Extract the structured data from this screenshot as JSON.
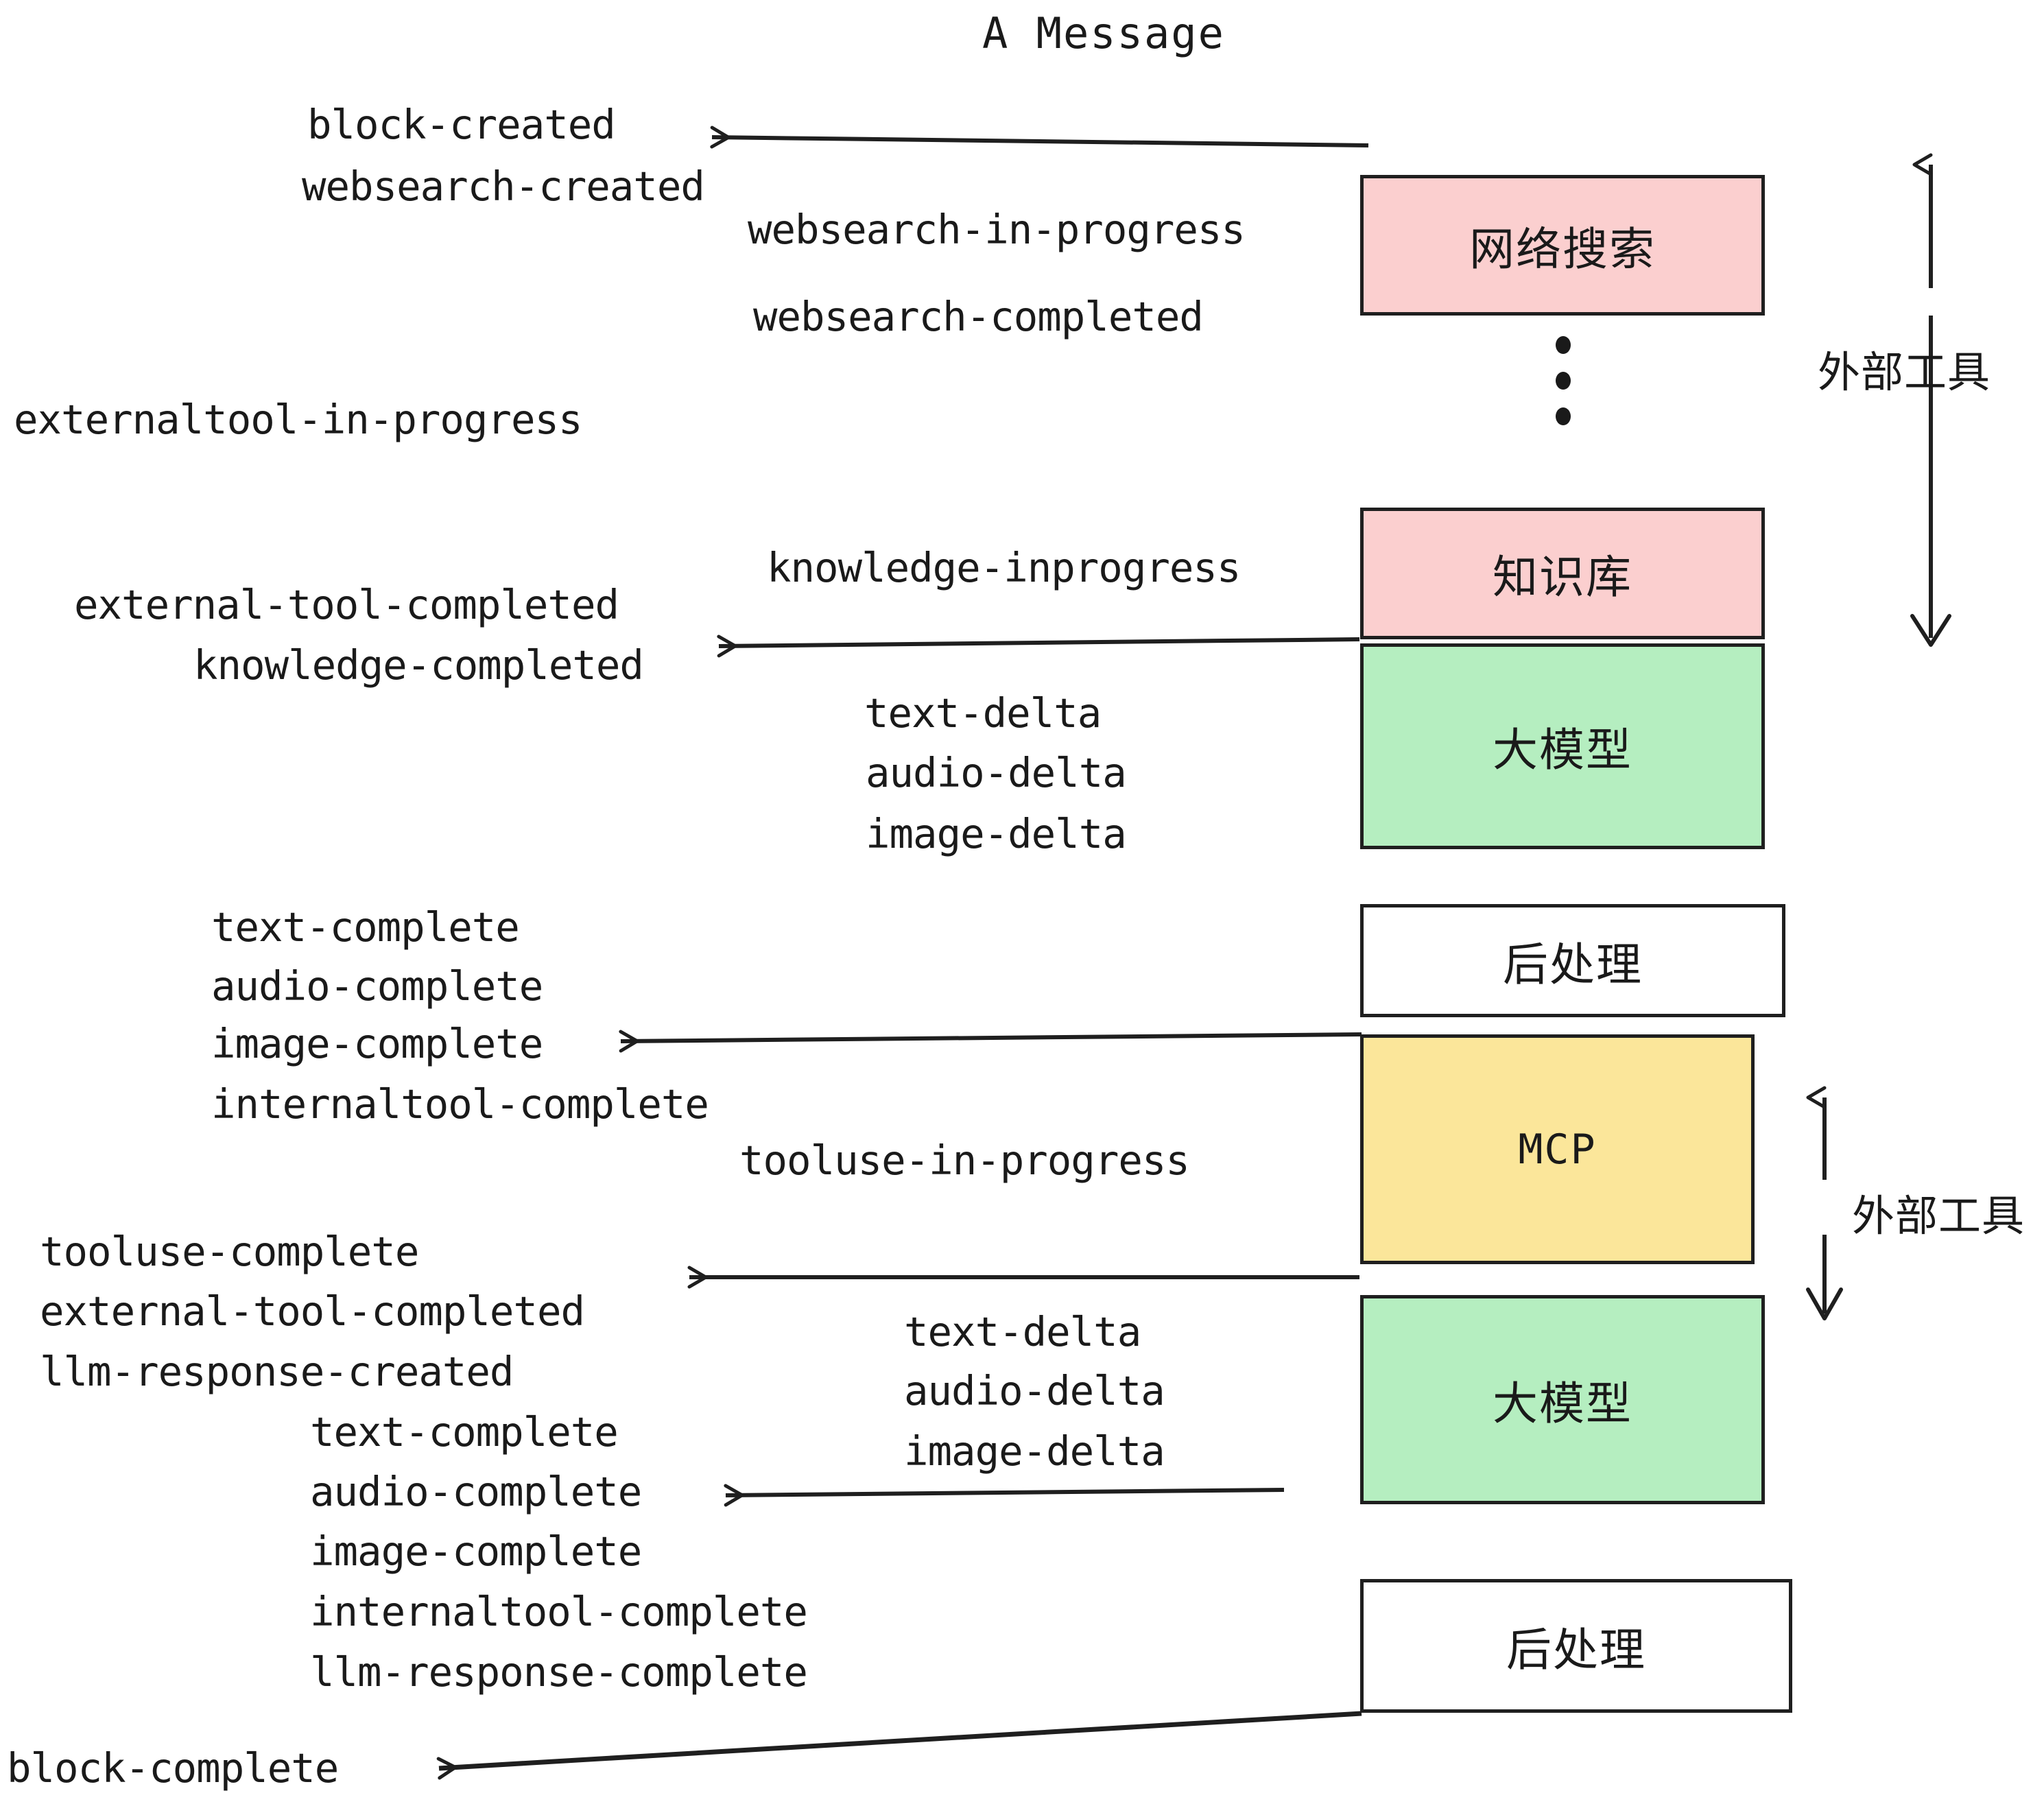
{
  "title": "A Message",
  "colors": {
    "pink": "#FBCFCF",
    "green": "#B5EEC0",
    "yellow": "#FBE69A",
    "white": "#FFFFFF",
    "stroke": "#1F1F1F",
    "text": "#1A1A1A"
  },
  "nodes": [
    {
      "id": "websearch",
      "label": "网络搜索",
      "fill": "#FBCFCF"
    },
    {
      "id": "knowledge",
      "label": "知识库",
      "fill": "#FBCFCF"
    },
    {
      "id": "llm-1",
      "label": "大模型",
      "fill": "#B5EEC0"
    },
    {
      "id": "post-1",
      "label": "后处理",
      "fill": "#FFFFFF"
    },
    {
      "id": "mcp",
      "label": "MCP",
      "fill": "#FBE69A"
    },
    {
      "id": "llm-2",
      "label": "大模型",
      "fill": "#B5EEC0"
    },
    {
      "id": "post-2",
      "label": "后处理",
      "fill": "#FFFFFF"
    }
  ],
  "group_labels": [
    {
      "id": "external-tools-top",
      "label": "外部工具"
    },
    {
      "id": "external-tools-bottom",
      "label": "外部工具"
    }
  ],
  "events": {
    "block_created": "block-created",
    "websearch_created": "websearch-created",
    "websearch_in_progress": "websearch-in-progress",
    "websearch_completed": "websearch-completed",
    "externaltool_in_progress": "externaltool-in-progress",
    "knowledge_inprogress": "knowledge-inprogress",
    "external_tool_completed_1": "external-tool-completed",
    "knowledge_completed": "knowledge-completed",
    "text_delta_1": "text-delta",
    "audio_delta_1": "audio-delta",
    "image_delta_1": "image-delta",
    "text_complete_1": "text-complete",
    "audio_complete_1": "audio-complete",
    "image_complete_1": "image-complete",
    "internaltool_complete_1": "internaltool-complete",
    "tooluse_in_progress": "tooluse-in-progress",
    "tooluse_complete": "tooluse-complete",
    "external_tool_completed_2": "external-tool-completed",
    "llm_response_created": "llm-response-created",
    "text_delta_2": "text-delta",
    "audio_delta_2": "audio-delta",
    "image_delta_2": "image-delta",
    "text_complete_2": "text-complete",
    "audio_complete_2": "audio-complete",
    "image_complete_2": "image-complete",
    "internaltool_complete_2": "internaltool-complete",
    "llm_response_complete": "llm-response-complete",
    "block_complete": "block-complete"
  }
}
